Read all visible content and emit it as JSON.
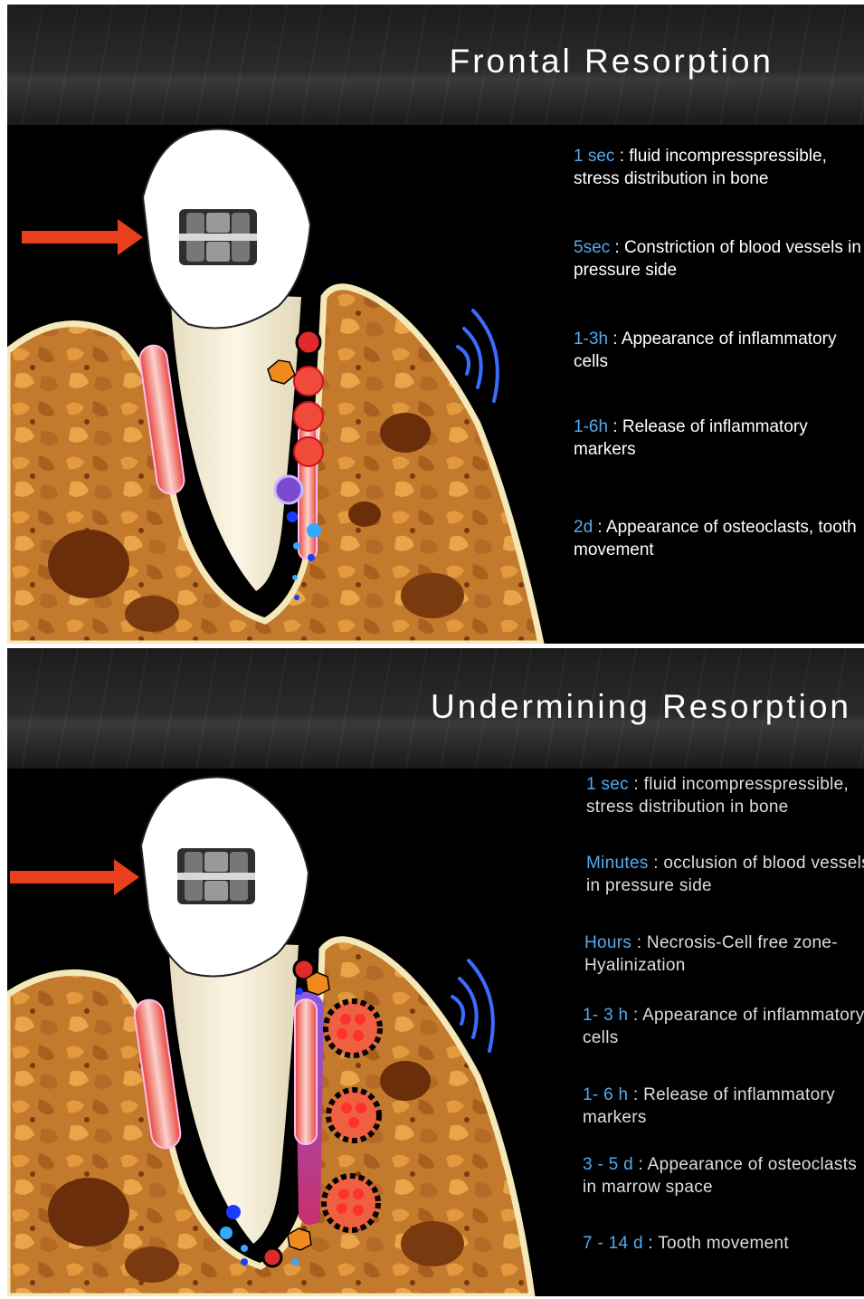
{
  "panels": [
    {
      "title": "Frontal Resorption",
      "notes": [
        {
          "key": "1 sec",
          "text": " :  fluid incompresspressible, stress distribution in bone"
        },
        {
          "key": "5sec",
          "text": " : Constriction of blood vessels in pressure side"
        },
        {
          "key": "1-3h",
          "text": " : Appearance of inflammatory cells"
        },
        {
          "key": "1-6h",
          "text": " : Release of inflammatory markers"
        },
        {
          "key": "2d",
          "text": " : Appearance of osteoclasts, tooth movement"
        }
      ]
    },
    {
      "title": "Undermining Resorption",
      "notes": [
        {
          "key": "1 sec",
          "text": " :  fluid incompresspressible, stress distribution in bone"
        },
        {
          "key": "Minutes",
          "text": " : occlusion of blood vessels in pressure side"
        },
        {
          "key": "Hours",
          "text": " : Necrosis-Cell free zone-Hyalinization"
        },
        {
          "key": "1- 3 h",
          "text": " : Appearance of inflammatory cells"
        },
        {
          "key": "1- 6 h",
          "text": " : Release of inflammatory markers"
        },
        {
          "key": "3 - 5 d",
          "text": " : Appearance of osteoclasts in marrow space"
        },
        {
          "key": "7 - 14 d",
          "text": " : Tooth movement"
        }
      ]
    }
  ],
  "colors": {
    "accent": "#55aaee",
    "force_arrow": "#e8401c",
    "bone": "#c47a2c",
    "bone_dark": "#6a2e0a",
    "bone_rim": "#f4e7b8",
    "vessel": "#e85a4f",
    "pressure_waves": "#3b6cff"
  },
  "icons": [
    "force-arrow-icon",
    "bracket-icon",
    "pressure-wave-icon"
  ]
}
